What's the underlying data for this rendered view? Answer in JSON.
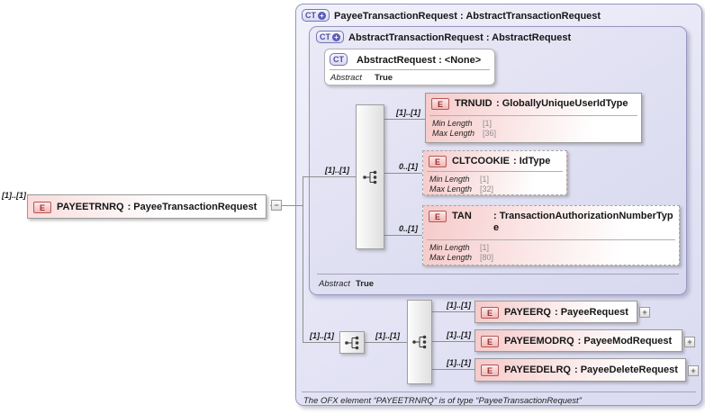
{
  "icons": {
    "complex_type": "CT",
    "element": "E",
    "plus_badge": "+",
    "expand": "+",
    "collapse": "−"
  },
  "root_element": {
    "cardinality": "[1]..[1]",
    "name": "PAYEETRNRQ",
    "type": ": PayeeTransactionRequest"
  },
  "outer_type": {
    "title": "PayeeTransactionRequest : AbstractTransactionRequest",
    "footnote": "The OFX element “PAYEETRNRQ” is of type “PayeeTransactionRequest”"
  },
  "inherited_type": {
    "title": "AbstractTransactionRequest : AbstractRequest",
    "abstract_label": "Abstract",
    "abstract_value": "True"
  },
  "base_type": {
    "title": "AbstractRequest : <None>",
    "abstract_label": "Abstract",
    "abstract_value": "True"
  },
  "sequences": {
    "upper_cardinality": "[1]..[1]",
    "lower_outer_cardinality": "[1]..[1]",
    "lower_inner_cardinality": "[1]..[1]"
  },
  "upper_children": [
    {
      "cardinality": "[1]..[1]",
      "name": "TRNUID",
      "type": ": GloballyUniqueUserIdType",
      "facets": [
        {
          "label": "Min Length",
          "value": "[1]"
        },
        {
          "label": "Max Length",
          "value": "[36]"
        }
      ]
    },
    {
      "cardinality": "0..[1]",
      "name": "CLTCOOKIE",
      "type": ": IdType",
      "facets": [
        {
          "label": "Min Length",
          "value": "[1]"
        },
        {
          "label": "Max Length",
          "value": "[32]"
        }
      ]
    },
    {
      "cardinality": "0..[1]",
      "name": "TAN",
      "type": ": TransactionAuthorizationNumberType",
      "facets": [
        {
          "label": "Min Length",
          "value": "[1]"
        },
        {
          "label": "Max Length",
          "value": "[80]"
        }
      ]
    }
  ],
  "lower_children": [
    {
      "cardinality": "[1]..[1]",
      "name": "PAYEERQ",
      "type": ": PayeeRequest"
    },
    {
      "cardinality": "[1]..[1]",
      "name": "PAYEEMODRQ",
      "type": ": PayeeModRequest"
    },
    {
      "cardinality": "[1]..[1]",
      "name": "PAYEEDELRQ",
      "type": ": PayeeDeleteRequest"
    }
  ]
}
